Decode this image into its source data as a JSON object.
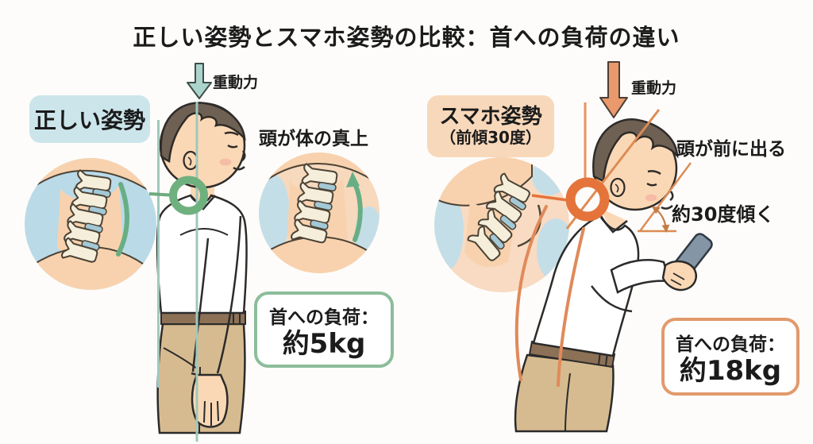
{
  "title": "正しい姿勢とスマホ姿勢の比較：首への負荷の違い",
  "left_panel": {
    "posture_label": "正しい姿勢",
    "gravity_arrow_label": "重動力",
    "head_note": "頭が体の真上",
    "load_box": {
      "caption": "首への負荷：",
      "value": "約5kg"
    }
  },
  "right_panel": {
    "posture_label_line1": "スマホ姿勢",
    "posture_label_line2": "（前傾30度）",
    "gravity_arrow_label": "重動力",
    "head_note": "頭が前に出る",
    "tilt_note": "約30度傾く",
    "load_box": {
      "caption": "首への負荷：",
      "value": "約18kg"
    }
  },
  "colors": {
    "background": "#fdfcfa",
    "title_text": "#1b1b1b",
    "correct_accent_green": "#6fb07f",
    "guide_line_teal": "#9fc8bc",
    "correct_label_bg": "#cbe5eb",
    "smartphone_accent_orange": "#e5743b",
    "smartphone_line_orange": "#dd8c55",
    "smartphone_label_bg": "#f8d8ba",
    "load_box_border_green": "#8cbd9a",
    "load_box_border_orange": "#e29a6c",
    "skin": "#fbd8b5",
    "hair": "#6e6053",
    "pants": "#d7bb90",
    "phone": "#8495a5"
  }
}
